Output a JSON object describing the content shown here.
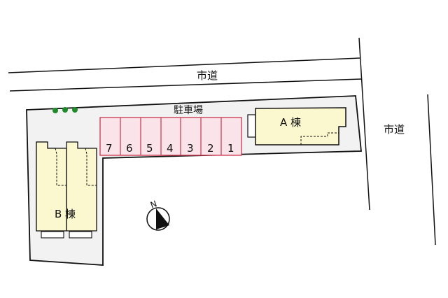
{
  "roads": {
    "top": "市道",
    "right": "市道"
  },
  "parking": {
    "title": "駐車場",
    "spaces": [
      "7",
      "6",
      "5",
      "4",
      "3",
      "2",
      "1"
    ],
    "fill": "#fbe3ea",
    "stroke": "#c8354f"
  },
  "buildings": {
    "a": "A 棟",
    "b": "B 棟",
    "fill": "#fbf7cf"
  },
  "site": {
    "fill": "#f2f2f2"
  },
  "trees": {
    "count": 3,
    "color": "#1e8a2a"
  },
  "compass": {
    "label": "N"
  }
}
